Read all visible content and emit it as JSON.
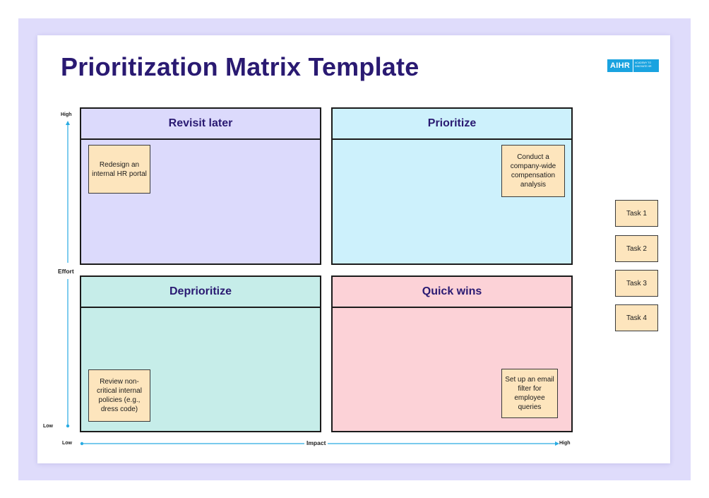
{
  "title": "Prioritization Matrix Template",
  "logo": {
    "mark": "AIHR",
    "tagline": "Academy to Innovate HR"
  },
  "quadrants": {
    "top_left": {
      "title": "Revisit later",
      "note": "Redesign an internal HR portal",
      "color": "#dcdafc"
    },
    "top_right": {
      "title": "Prioritize",
      "note": "Conduct a company-wide compensation analysis",
      "color": "#cdf1fc"
    },
    "bottom_left": {
      "title": "Deprioritize",
      "note": "Review non-critical internal policies (e.g., dress code)",
      "color": "#c6ede9"
    },
    "bottom_right": {
      "title": "Quick wins",
      "note": "Set up an email filter for employee queries",
      "color": "#fcd2d7"
    }
  },
  "tasks": [
    "Task 1",
    "Task 2",
    "Task 3",
    "Task 4"
  ],
  "axes": {
    "y": {
      "label": "Effort",
      "high": "High",
      "low": "Low"
    },
    "x": {
      "label": "Impact",
      "low": "Low",
      "high": "High"
    }
  },
  "colors": {
    "title": "#2a1a72",
    "axis": "#29abe2",
    "note_fill": "#fde5bd",
    "background": "#dfdcfb"
  }
}
